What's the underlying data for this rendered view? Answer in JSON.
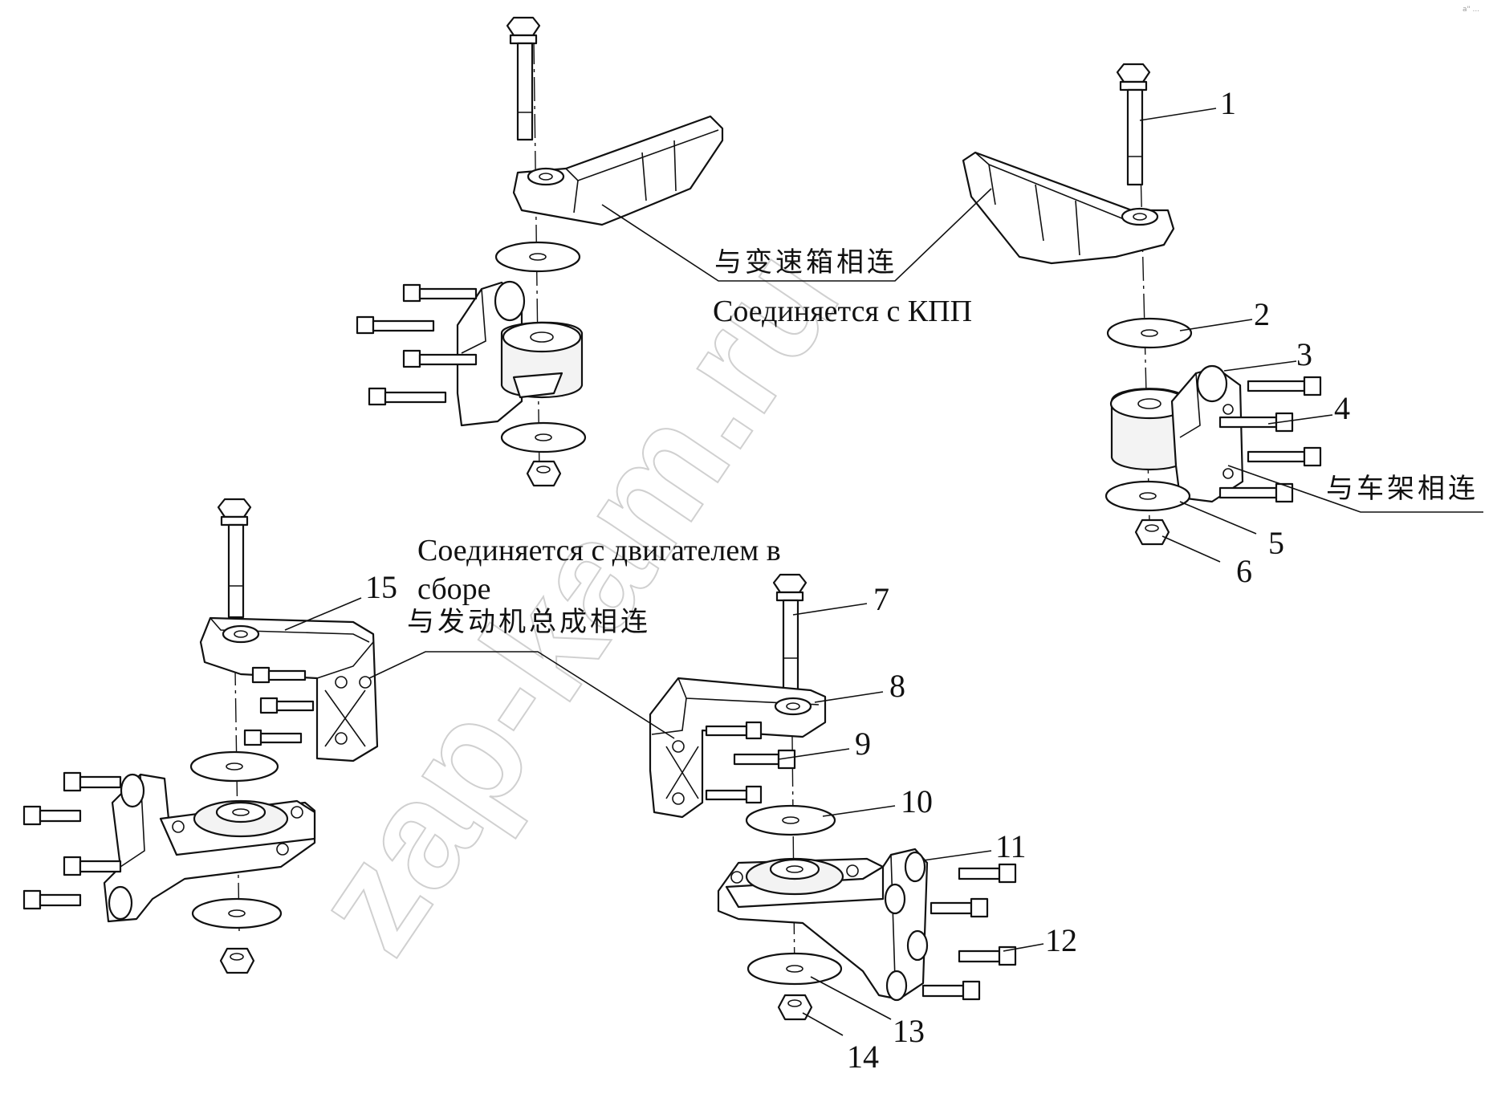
{
  "labels": {
    "to_gearbox_cn": "与变速箱相连",
    "to_gearbox_ru": "Соединяется с КПП",
    "to_frame_cn": "与车架相连",
    "to_engine_ru_line1": "Соединяется с двигателем в",
    "to_engine_ru_line2": "сборе",
    "to_engine_cn": "与发动机总成相连"
  },
  "callouts": [
    "1",
    "2",
    "3",
    "4",
    "5",
    "6",
    "7",
    "8",
    "9",
    "10",
    "11",
    "12",
    "13",
    "14",
    "15"
  ],
  "watermark": "zap-kam.ru",
  "corner_mark": "a\" ..."
}
